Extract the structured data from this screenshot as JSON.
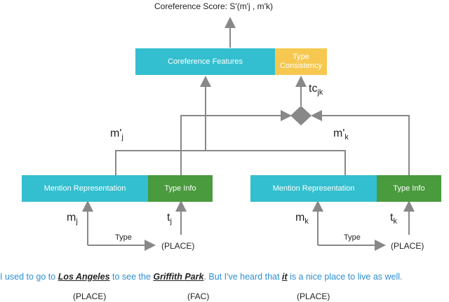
{
  "score": {
    "label": "Coreference Score:",
    "formula": "S'(m'j , m'k)"
  },
  "boxes": {
    "coref_features": "Coreference Features",
    "type_consistency_line1": "Type",
    "type_consistency_line2": "Consistency",
    "mention_rep_left": "Mention Representation",
    "type_info_left": "Type Info",
    "mention_rep_right": "Mention Representation",
    "type_info_right": "Type Info"
  },
  "symbols": {
    "tc": "tc",
    "tc_sub": "jk",
    "mj_prime": "m'",
    "mj_prime_sub": "j",
    "mk_prime": "m'",
    "mk_prime_sub": "k",
    "mj": "m",
    "mj_sub": "j",
    "tj": "t",
    "tj_sub": "j",
    "mk": "m",
    "mk_sub": "k",
    "tk": "t",
    "tk_sub": "k"
  },
  "type_arrows": {
    "left_label": "Type",
    "left_value": "(PLACE)",
    "right_label": "Type",
    "right_value": "(PLACE)"
  },
  "sentence": {
    "part1": "I used to go to ",
    "ent1": "Los Angeles",
    "part2": " to see the ",
    "ent2": "Griffith Park",
    "part3": ". But I've heard that ",
    "ent3": "it",
    "part4": " is a nice place to live as well."
  },
  "entity_tags": {
    "tag1": "(PLACE)",
    "tag2": "(FAC)",
    "tag3": "(PLACE)"
  },
  "colors": {
    "teal": "#33bfcf",
    "yellow": "#f6c850",
    "green": "#4a9a3e",
    "line": "#888888",
    "sentence": "#2e8fd0"
  }
}
